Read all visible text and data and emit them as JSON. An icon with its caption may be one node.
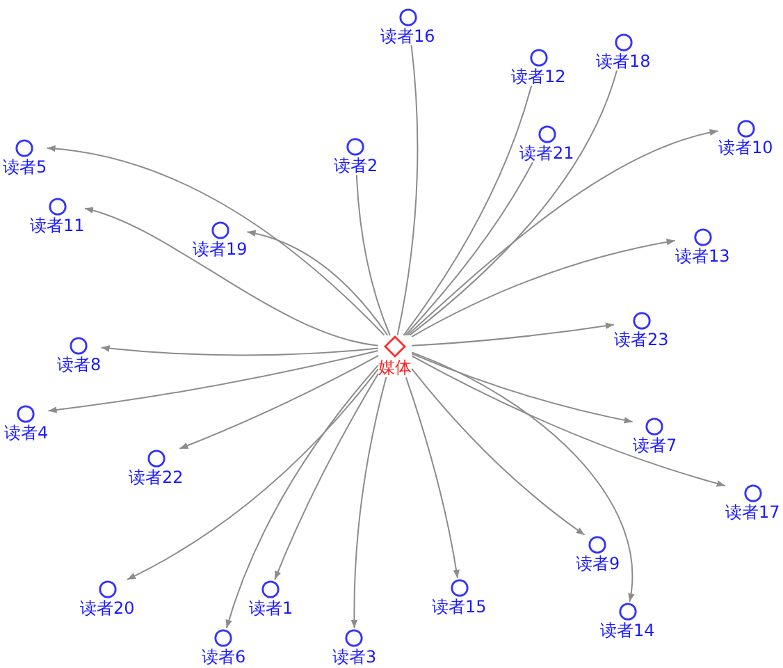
{
  "diagram": {
    "nodes": [
      {
        "text": [
          "读者16"
        ]
      },
      {
        "text": [
          "读者18"
        ]
      },
      {
        "text": [
          "读者12"
        ]
      },
      {
        "text": [
          "读者10"
        ]
      },
      {
        "text": [
          "读者21"
        ]
      },
      {
        "text": [
          "读者2"
        ]
      },
      {
        "text": [
          "读者5"
        ]
      },
      {
        "text": [
          "读者11"
        ]
      },
      {
        "text": [
          "读者13"
        ]
      },
      {
        "text": [
          "读者19"
        ]
      },
      {
        "text": [
          "读者23"
        ]
      },
      {
        "text": [
          "读者8"
        ]
      },
      {
        "text": [
          "媒体"
        ]
      },
      {
        "text": [
          "读者4"
        ]
      },
      {
        "text": [
          "读者7"
        ]
      },
      {
        "text": [
          "读者22"
        ]
      },
      {
        "text": [
          "读者17"
        ]
      },
      {
        "text": [
          "读者9"
        ]
      },
      {
        "text": [
          "读者15"
        ]
      },
      {
        "text": [
          "读者20"
        ]
      },
      {
        "text": [
          "读者1"
        ]
      },
      {
        "text": [
          "读者14"
        ]
      },
      {
        "text": [
          "读者6"
        ]
      },
      {
        "text": [
          "读者3"
        ]
      }
    ],
    "edges": [
      {
        "from": 0,
        "to": 12,
        "arrow": "none"
      },
      {
        "from": 1,
        "to": 12,
        "arrow": "none"
      },
      {
        "from": 2,
        "to": 12,
        "arrow": "none"
      },
      {
        "from": 12,
        "to": 3,
        "arrow": "to"
      },
      {
        "from": 4,
        "to": 12,
        "arrow": "none"
      },
      {
        "from": 12,
        "to": 5,
        "arrow": "none"
      },
      {
        "from": 12,
        "to": 6,
        "arrow": "to"
      },
      {
        "from": 12,
        "to": 7,
        "arrow": "to"
      },
      {
        "from": 12,
        "to": 8,
        "arrow": "to"
      },
      {
        "from": 12,
        "to": 9,
        "arrow": "to"
      },
      {
        "from": 12,
        "to": 10,
        "arrow": "to"
      },
      {
        "from": 12,
        "to": 11,
        "arrow": "to"
      },
      {
        "from": 12,
        "to": 13,
        "arrow": "to"
      },
      {
        "from": 12,
        "to": 14,
        "arrow": "to"
      },
      {
        "from": 12,
        "to": 15,
        "arrow": "to"
      },
      {
        "from": 12,
        "to": 16,
        "arrow": "to"
      },
      {
        "from": 12,
        "to": 17,
        "arrow": "to"
      },
      {
        "from": 12,
        "to": 18,
        "arrow": "to"
      },
      {
        "from": 12,
        "to": 19,
        "arrow": "to"
      },
      {
        "from": 12,
        "to": 20,
        "arrow": "to"
      },
      {
        "from": 12,
        "to": 21,
        "arrow": "to"
      },
      {
        "from": 12,
        "to": 22,
        "arrow": "to"
      },
      {
        "from": 12,
        "to": 23,
        "arrow": "to"
      }
    ]
  }
}
